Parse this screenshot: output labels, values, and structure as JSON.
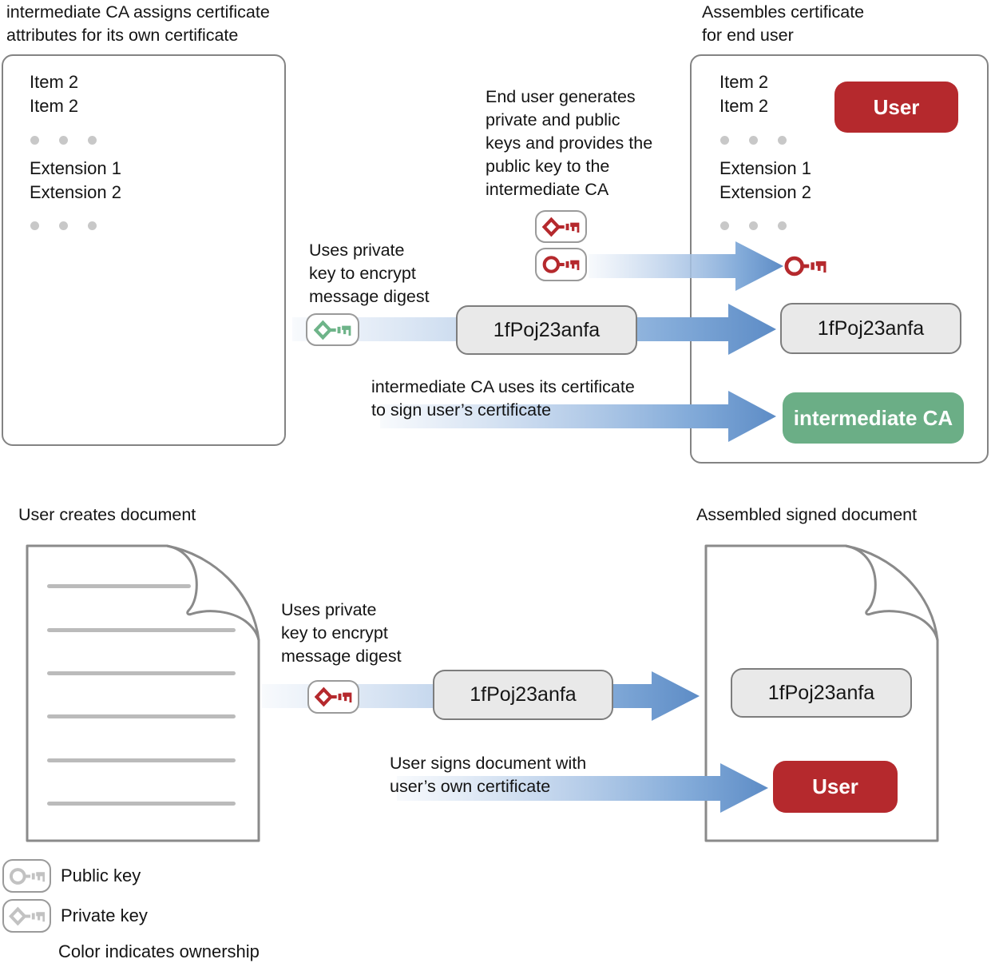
{
  "titles": {
    "top_left": "intermediate CA assigns certificate\nattributes for its own certificate",
    "top_right": "Assembles certificate\nfor end user",
    "bottom_left": "User creates document",
    "bottom_right": "Assembled signed document"
  },
  "cert_template": {
    "items": [
      "Item 2",
      "Item 2"
    ],
    "extensions": [
      "Extension 1",
      "Extension 2"
    ]
  },
  "assembled_cert": {
    "items": [
      "Item 2",
      "Item 2"
    ],
    "extensions": [
      "Extension 1",
      "Extension 2"
    ],
    "user_badge": "User",
    "digest": "1fPoj23anfa",
    "ca_badge": "intermediate CA"
  },
  "annotations": {
    "end_user_keys": "End user generates\nprivate and public\nkeys and provides the\npublic key to the\nintermediate CA",
    "uses_private_key_top": "Uses private\nkey to encrypt\nmessage digest",
    "ca_signs": "intermediate CA uses its certificate\nto sign user’s certificate",
    "uses_private_key_bottom": "Uses private\nkey to encrypt\nmessage digest",
    "user_signs": "User signs document with\nuser’s own certificate"
  },
  "digests": {
    "top_middle": "1fPoj23anfa",
    "bottom_middle": "1fPoj23anfa",
    "bottom_right": "1fPoj23anfa"
  },
  "signed_doc": {
    "user_badge": "User"
  },
  "legend": {
    "public_key": "Public key",
    "private_key": "Private key",
    "note": "Color indicates ownership"
  },
  "colors": {
    "owner_user_red": "#b5292d",
    "owner_ca_green": "#6bae86",
    "key_green": "#6eb489",
    "key_gray": "#c2c2c2",
    "arrow_blue": "#5d8cc6",
    "digest_bg": "#e9e9e9"
  }
}
